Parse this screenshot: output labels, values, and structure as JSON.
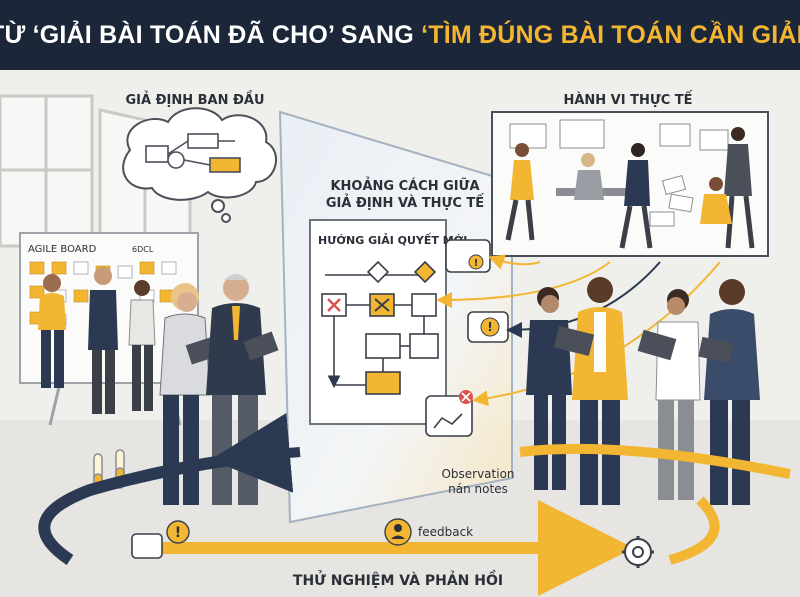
{
  "header": {
    "title_part1": "TỪ ‘GIẢI BÀI TOÁN ĐÃ CHO’ SANG ",
    "title_part2": "‘TÌM ĐÚNG BÀI TOÁN CẦN GIẢI’"
  },
  "labels": {
    "initial_assumption": "GIẢ ĐỊNH BAN ĐẦU",
    "actual_behavior": "HÀNH VI THỰC TẾ",
    "gap_line1": "KHOẢNG CÁCH GIỮA",
    "gap_line2": "GIẢ ĐỊNH VÀ THỰC TẾ",
    "new_solution": "HƯỚNG GIẢI QUYẾT MỚI",
    "agile_board": "AGILE BOARD",
    "board_tag": "6DCL",
    "observation_line1": "Observation",
    "observation_line2": "nán notes",
    "feedback": "feedback",
    "test_feedback": "THỬ NGHIỆM VÀ PHẢN HỒI"
  },
  "colors": {
    "banner_bg": "#1b2639",
    "accent_yellow": "#f2b632",
    "navy": "#2b3a52",
    "alert_red": "#d9534f"
  },
  "icons": [
    "thought-cloud-icon",
    "flowchart-icon",
    "alert-icon",
    "error-x-icon",
    "person-icon",
    "gear-icon",
    "chat-bubble-icon",
    "arrow-icon"
  ]
}
